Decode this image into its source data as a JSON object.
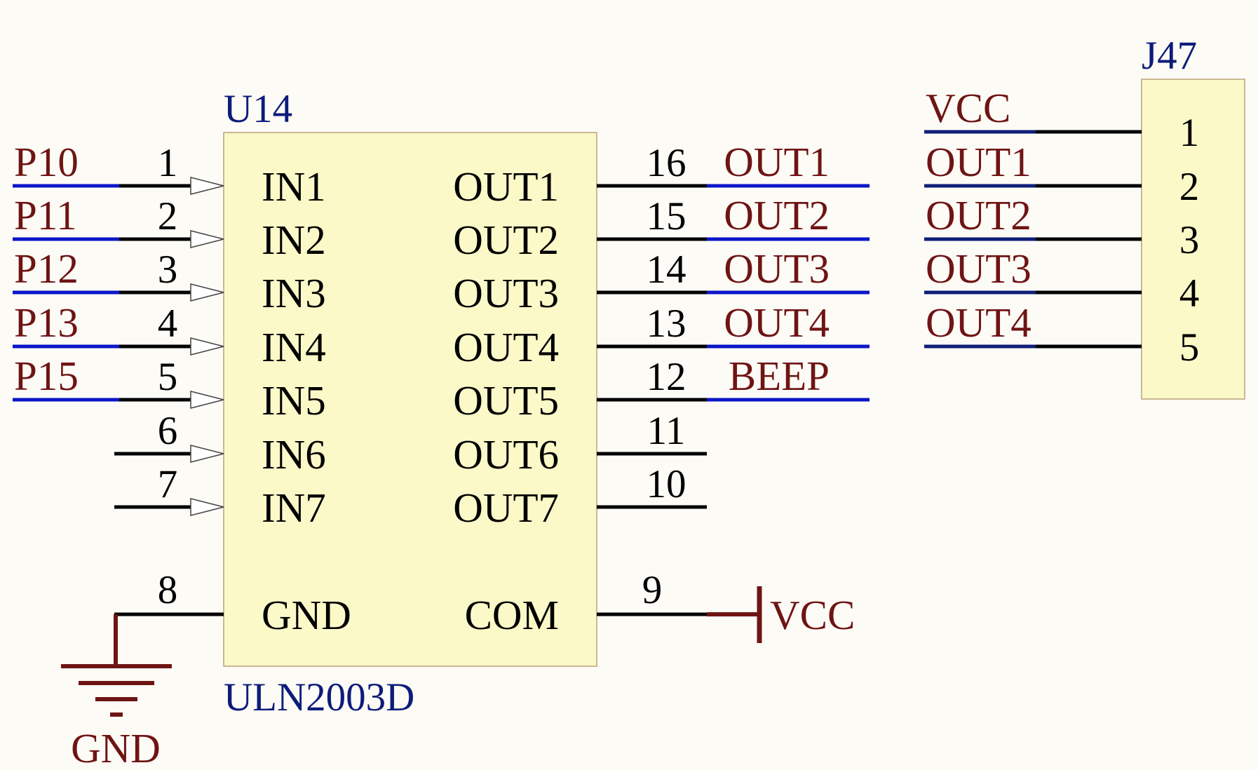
{
  "colors": {
    "background": "#fdfbf6",
    "ic_body": "#fbf9c8",
    "ic_border": "#b9a27a",
    "wire": "#000000",
    "net_wire": "#0b16c8",
    "connector_wire": "#0f1e78",
    "net_label": "#6f1414",
    "designator": "#0d1c7a",
    "power_symbol": "#6f1414"
  },
  "u14": {
    "designator": "U14",
    "part": "ULN2003D",
    "inputs": [
      {
        "pin": "1",
        "name": "IN1",
        "net": "P10"
      },
      {
        "pin": "2",
        "name": "IN2",
        "net": "P11"
      },
      {
        "pin": "3",
        "name": "IN3",
        "net": "P12"
      },
      {
        "pin": "4",
        "name": "IN4",
        "net": "P13"
      },
      {
        "pin": "5",
        "name": "IN5",
        "net": "P15"
      },
      {
        "pin": "6",
        "name": "IN6",
        "net": ""
      },
      {
        "pin": "7",
        "name": "IN7",
        "net": ""
      }
    ],
    "outputs": [
      {
        "pin": "16",
        "name": "OUT1",
        "net": "OUT1"
      },
      {
        "pin": "15",
        "name": "OUT2",
        "net": "OUT2"
      },
      {
        "pin": "14",
        "name": "OUT3",
        "net": "OUT3"
      },
      {
        "pin": "13",
        "name": "OUT4",
        "net": "OUT4"
      },
      {
        "pin": "12",
        "name": "OUT5",
        "net": "BEEP"
      },
      {
        "pin": "11",
        "name": "OUT6",
        "net": ""
      },
      {
        "pin": "10",
        "name": "OUT7",
        "net": ""
      }
    ],
    "gnd": {
      "pin": "8",
      "name": "GND",
      "symbol": "GND",
      "icon": "ground-icon"
    },
    "com": {
      "pin": "9",
      "name": "COM",
      "symbol": "VCC",
      "icon": "power-bar-icon"
    }
  },
  "j47": {
    "designator": "J47",
    "pins": [
      {
        "pin": "1",
        "net": "VCC"
      },
      {
        "pin": "2",
        "net": "OUT1"
      },
      {
        "pin": "3",
        "net": "OUT2"
      },
      {
        "pin": "4",
        "net": "OUT3"
      },
      {
        "pin": "5",
        "net": "OUT4"
      }
    ]
  }
}
